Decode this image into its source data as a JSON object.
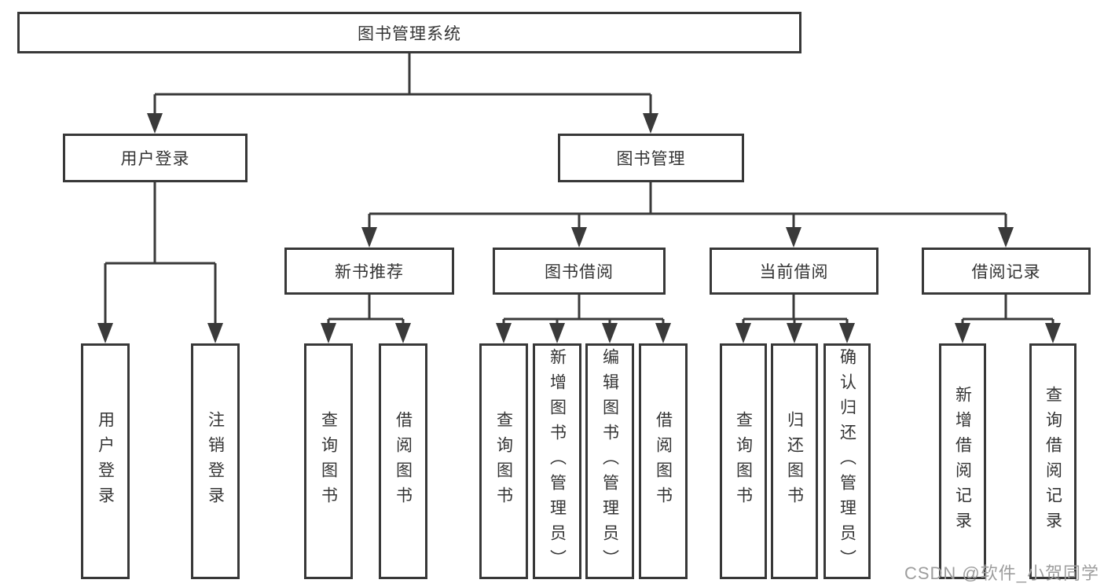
{
  "diagram": {
    "root": {
      "label": "图书管理系统"
    },
    "level2": [
      {
        "label": "用户登录"
      },
      {
        "label": "图书管理"
      }
    ],
    "level3": [
      {
        "label": "新书推荐"
      },
      {
        "label": "图书借阅"
      },
      {
        "label": "当前借阅"
      },
      {
        "label": "借阅记录"
      }
    ],
    "leaves": {
      "user_login": [
        "用户登录",
        "注销登录"
      ],
      "new_book": [
        "查询图书",
        "借阅图书"
      ],
      "book_borrow": [
        "查询图书",
        "新增图书（管理员）",
        "编辑图书（管理员）",
        "借阅图书"
      ],
      "current_borrow": [
        "查询图书",
        "归还图书",
        "确认归还（管理员）"
      ],
      "borrow_record": [
        "新增借阅记录",
        "查询借阅记录"
      ]
    },
    "line_color": "#3a3a3a",
    "box_border_color": "#383838",
    "text_color": "#343434"
  },
  "watermark": {
    "text": "CSDN @软件_小贺同学",
    "color": "#9d9d9d"
  }
}
